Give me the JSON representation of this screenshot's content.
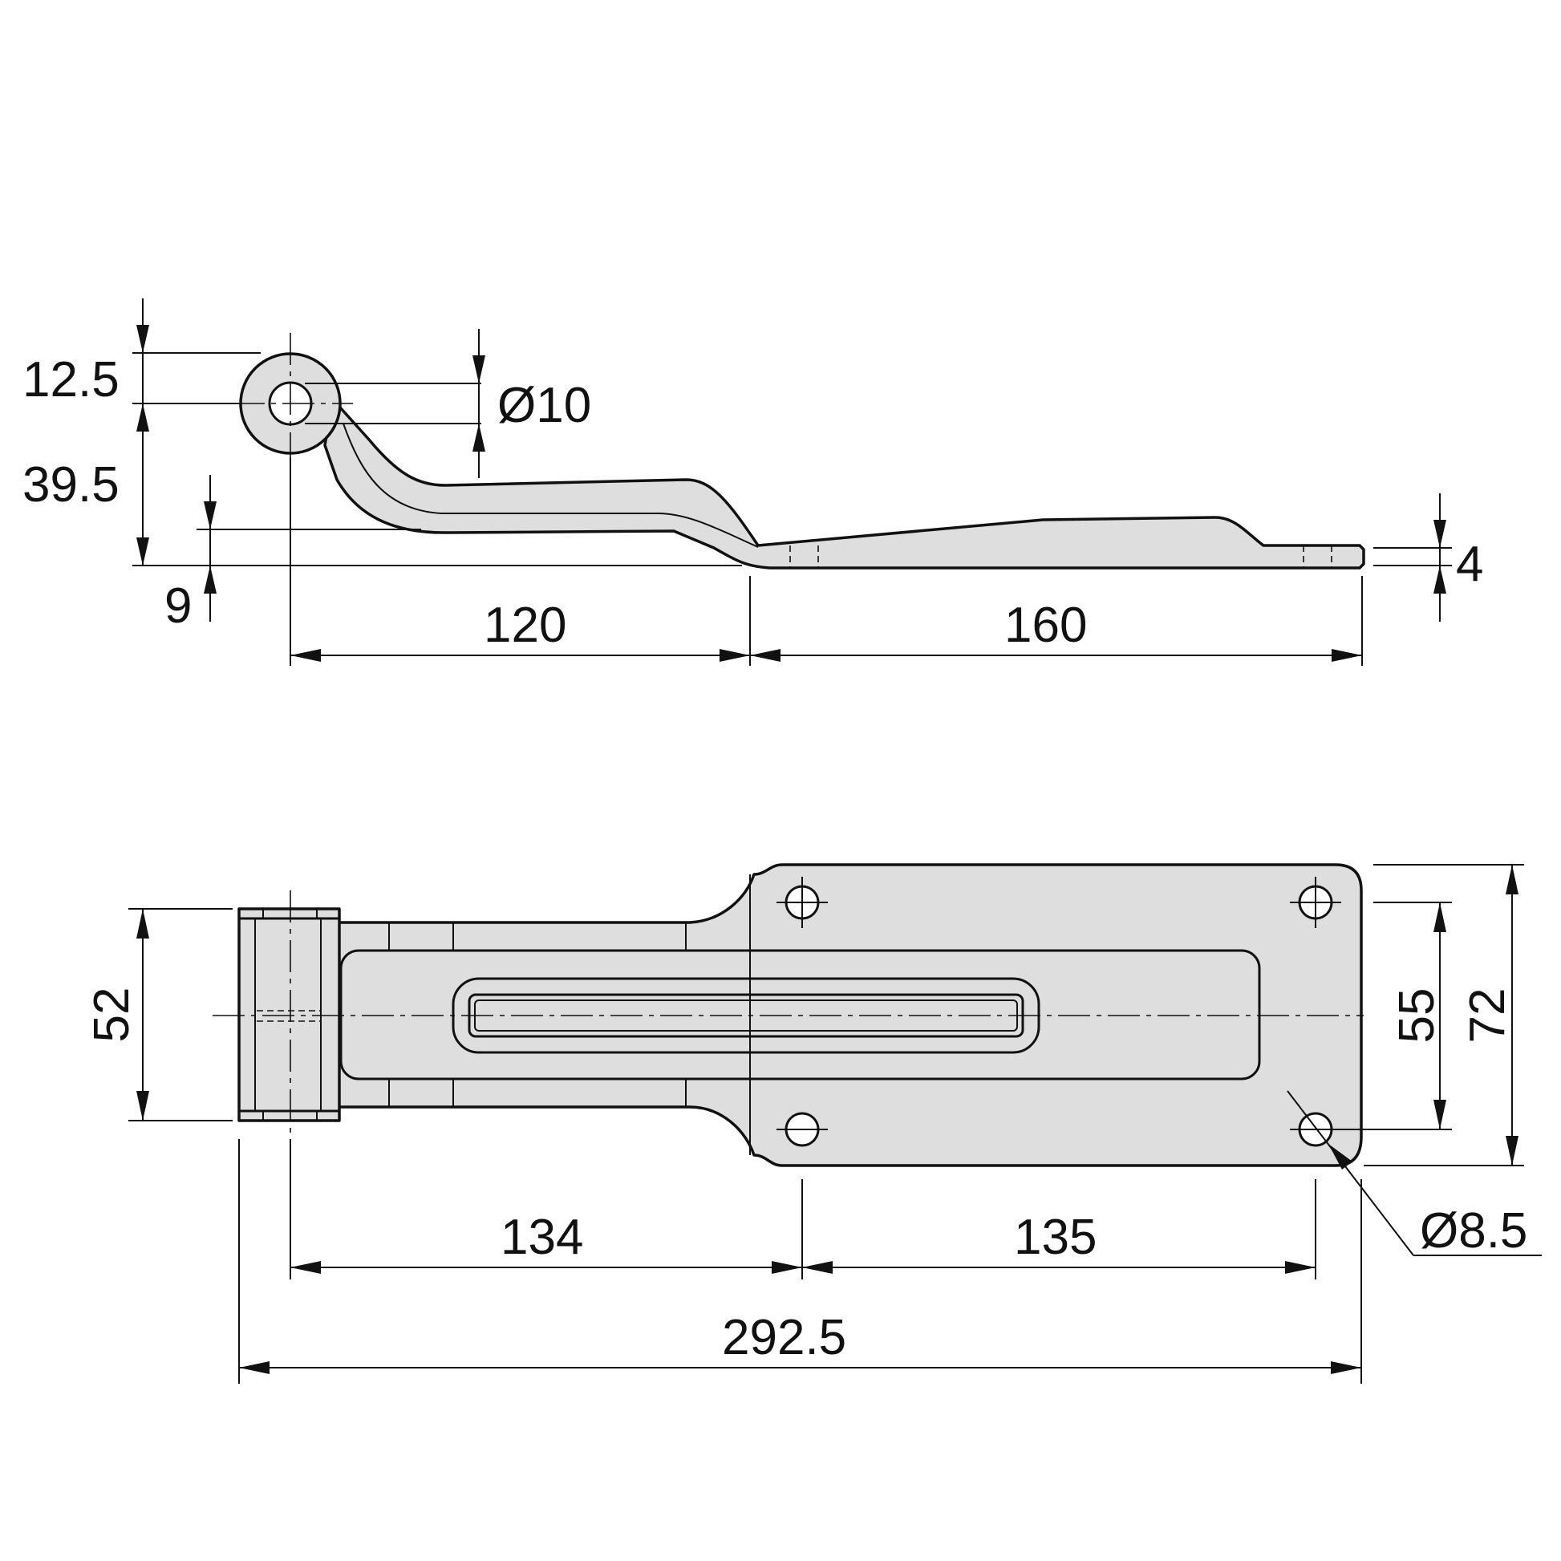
{
  "side_view": {
    "dim_ring_height": "12.5",
    "dim_hole_diameter": "Ø10",
    "dim_pin_to_base": "39.5",
    "dim_offset": "9",
    "dim_thickness": "4",
    "dim_bend_length": "120",
    "dim_flat_length": "160"
  },
  "top_view": {
    "dim_knuckle_width": "52",
    "dim_hole_spacing_y": "55",
    "dim_plate_width": "72",
    "dim_mount_hole_diameter": "Ø8.5",
    "dim_pin_to_hole": "134",
    "dim_hole_spacing_x": "135",
    "dim_overall_length": "292.5"
  }
}
